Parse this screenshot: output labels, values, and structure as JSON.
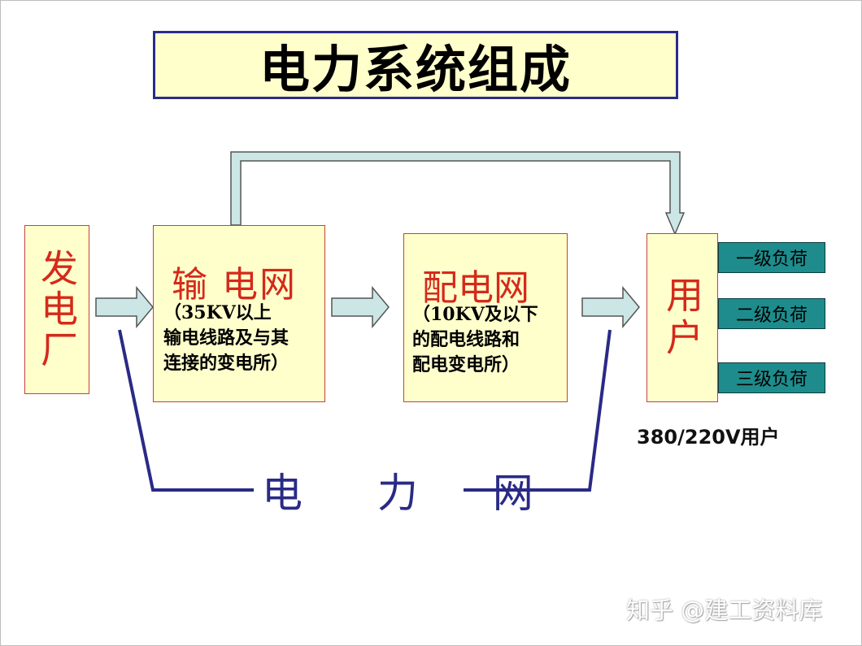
{
  "title": "电力系统组成",
  "power_plant": {
    "label": "发电厂"
  },
  "transmission": {
    "heading": "输 电网",
    "description": "（35KV以上\n输电线路及与其\n连接的变电所）"
  },
  "distribution": {
    "heading": "配电网",
    "description": "（10KV及以下\n的配电线路和\n配电变电所）"
  },
  "user": {
    "label": "用户"
  },
  "loads": [
    "一级负荷",
    "二级负荷",
    "三级负荷"
  ],
  "voltage_note": "380/220V用户",
  "grid_label": "电 力 网",
  "watermark": "知乎 @建工资料库",
  "colors": {
    "box_fill": "#ffffcc",
    "box_border": "#c8403a",
    "heading_red": "#d42a1a",
    "load_fill": "#1e8c8c",
    "arrow_fill": "#cce6e6",
    "bracket_blue": "#2a2a86",
    "title_border": "#2b2b8c"
  }
}
